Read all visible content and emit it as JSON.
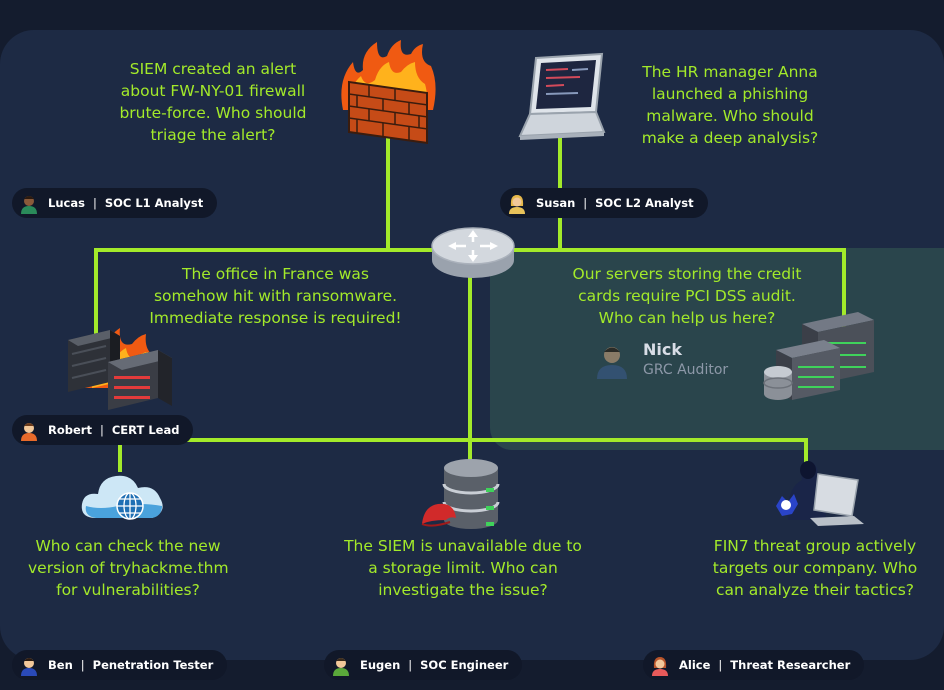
{
  "captions": {
    "firewall": [
      "SIEM created an alert",
      "about FW-NY-01 firewall",
      "brute-force. Who should",
      "triage the alert?"
    ],
    "phishing": [
      "The HR manager Anna",
      "launched a phishing",
      "malware. Who should",
      "make a deep analysis?"
    ],
    "ransomware": [
      "The office in France was",
      "somehow hit with ransomware.",
      "Immediate response is required!"
    ],
    "pci": [
      "Our servers storing the credit",
      "cards require PCI DSS audit.",
      "Who can help us here?"
    ],
    "web": [
      "Who can check the new",
      "version of tryhackme.thm",
      "for vulnerabilities?"
    ],
    "siem": [
      "The SIEM is unavailable due to",
      "a storage limit. Who can",
      "investigate the issue?"
    ],
    "fin7": [
      "FIN7 threat group actively",
      "targets our company. Who",
      "can analyze their tactics?"
    ]
  },
  "people": {
    "lucas": {
      "name": "Lucas",
      "role": "SOC L1 Analyst"
    },
    "susan": {
      "name": "Susan",
      "role": "SOC L2 Analyst"
    },
    "robert": {
      "name": "Robert",
      "role": "CERT Lead"
    },
    "nick": {
      "name": "Nick",
      "role": "GRC Auditor"
    },
    "ben": {
      "name": "Ben",
      "role": "Penetration Tester"
    },
    "eugen": {
      "name": "Eugen",
      "role": "SOC Engineer"
    },
    "alice": {
      "name": "Alice",
      "role": "Threat Researcher"
    }
  },
  "separator": "|",
  "icons": [
    "firewall-icon",
    "laptop-icon",
    "router-icon",
    "burning-servers-icon",
    "server-rack-icon",
    "cloud-globe-icon",
    "siem-database-icon",
    "hacker-icon"
  ],
  "colors": {
    "wire": "#a3ea2a",
    "caption": "#a3ea2a",
    "panel": "#1d2a44",
    "highlight": "#2d4a4d",
    "tag": "#111829"
  }
}
